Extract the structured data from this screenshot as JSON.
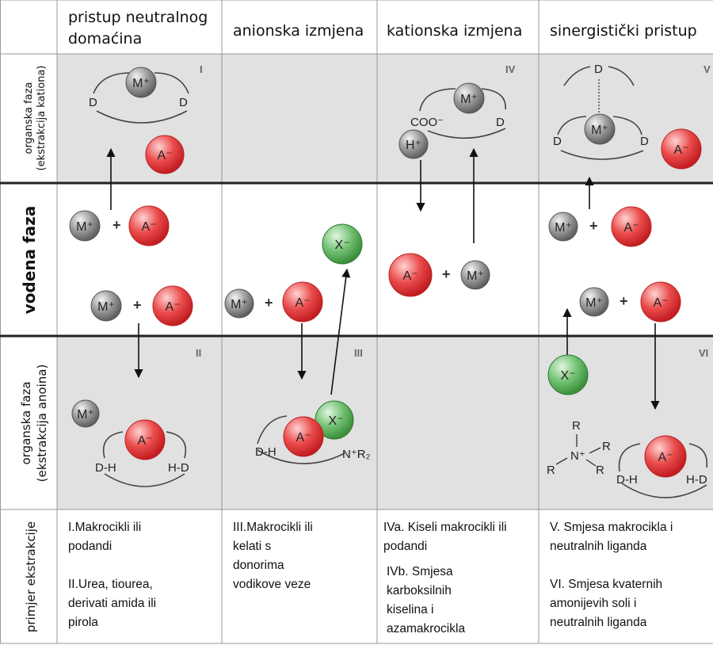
{
  "headers": [
    {
      "lines": [
        "pristup neutralnog",
        "domaćina"
      ]
    },
    {
      "lines": [
        "anionska izmjena"
      ]
    },
    {
      "lines": [
        "kationska izmjena"
      ]
    },
    {
      "lines": [
        "sinergistički pristup"
      ]
    }
  ],
  "rows": {
    "organic_top": [
      "organska faza",
      "(ekstrakcija kationa)"
    ],
    "aqueous": "vodena faza",
    "organic_bottom": [
      "organska faza",
      "(ekstrakcija anoina)"
    ],
    "examples": "primjer ekstrakcije"
  },
  "roman": {
    "I": "I",
    "II": "II",
    "III": "III",
    "IV": "IV",
    "V": "V",
    "VI": "VI"
  },
  "ions": {
    "M": "M⁺",
    "A": "A⁻",
    "X": "X⁻",
    "H": "H⁺"
  },
  "labels": {
    "D": "D",
    "DH": "D-H",
    "HD": "H-D",
    "COO": "COO⁻",
    "NR2": "N⁺R₂",
    "R": "R",
    "NPlus": "N⁺",
    "plus": "+"
  },
  "examples": [
    {
      "p1": [
        "I.Makrocikli ili",
        "podandi"
      ],
      "p2": [
        "II.Urea, tiourea,",
        "derivati amida ili",
        "pirola"
      ]
    },
    {
      "p1": [
        "III.Makrocikli  ili",
        "kelati s",
        "donorima",
        "vodikove veze"
      ],
      "p2": []
    },
    {
      "p1": [
        "IVa. Kiseli makrocikli ili",
        "podandi"
      ],
      "p2": [
        "IVb. Smjesa",
        "karboksilnih",
        "kiselina i",
        "azamakrocikla"
      ]
    },
    {
      "p1": [
        "V. Smjesa makrocikla i",
        "neutralnih liganda"
      ],
      "p2": [
        "VI. Smjesa kvaternih",
        "amonijevih soli i",
        "neutralnih liganda"
      ]
    }
  ],
  "colors": {
    "organic_bg": "#e1e1e1",
    "red_ion": "#e0393c",
    "gray_ion": "#8d8d8d",
    "green_ion": "#5fb25f"
  }
}
